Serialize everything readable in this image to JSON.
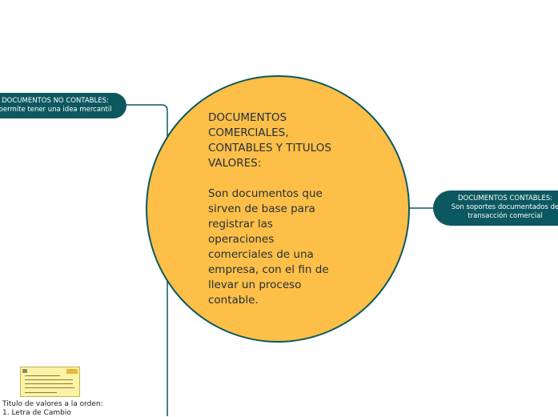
{
  "center": {
    "title_lines": [
      "DOCUMENTOS",
      "COMERCIALES,",
      "CONTABLES Y TITULOS",
      "VALORES:"
    ],
    "body_lines": [
      "Son documentos que",
      "sirven de base para",
      "registrar las",
      "operaciones",
      "comerciales de una",
      "empresa, con el fin de",
      "llevar un proceso",
      "contable."
    ]
  },
  "left_topic": {
    "line1": "DOCUMENTOS NO CONTABLES:",
    "line2": "permite tener una idea mercantil"
  },
  "right_topic": {
    "line1": "DOCUMENTOS CONTABLES:",
    "line2": "Son soportes documentados de",
    "line3": "transacción comercial"
  },
  "bottom_note": {
    "line1": "Titulo de valores a la orden:",
    "line2": "1. Letra de Cambio"
  },
  "colors": {
    "center_fill": "#fdbf47",
    "topic_fill": "#0c5860",
    "connector": "#0c5860"
  }
}
